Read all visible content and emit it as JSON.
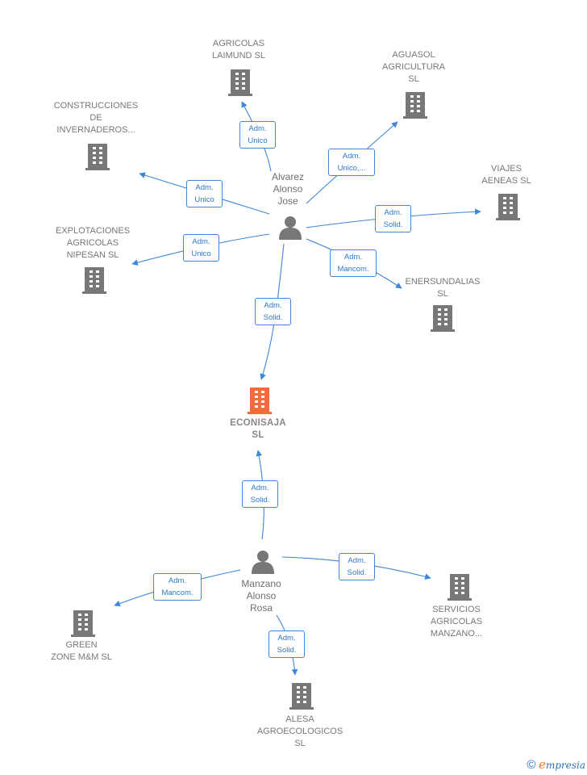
{
  "nodes": {
    "agricolas_laimund": "AGRICOLAS\nLAIMUND SL",
    "aguasol": "AGUASOL\nAGRICULTURA\nSL",
    "construcciones": "CONSTRUCCIONES\nDE\nINVERNADEROS...",
    "viajes_aeneas": "VIAJES\nAENEAS SL",
    "explotaciones": "EXPLOTACIONES\nAGRICOLAS\nNIPESAN SL",
    "enersundalias": "ENERSUNDALIAS\nSL",
    "econisaja": "ECONISAJA\nSL",
    "green_zone": "GREEN\nZONE M&M  SL",
    "servicios": "SERVICIOS\nAGRICOLAS\nMANZANO...",
    "alesa": "ALESA\nAGROECOLOGICOS\nSL"
  },
  "persons": {
    "alvarez": "Alvarez\nAlonso\nJose",
    "manzano": "Manzano\nAlonso\nRosa"
  },
  "edges": {
    "to_laimund": "Adm.\nUnico",
    "to_aguasol": "Adm.\nUnico,...",
    "to_construcciones": "Adm.\nUnico",
    "to_viajes": "Adm.\nSolid.",
    "to_explotaciones": "Adm.\nUnico",
    "to_enersundalias": "Adm.\nMancom.",
    "alvarez_to_econisaja": "Adm.\nSolid.",
    "manzano_to_econisaja": "Adm.\nSolid.",
    "to_green_zone": "Adm.\nMancom.",
    "to_servicios": "Adm.\nSolid.",
    "to_alesa": "Adm.\nSolid."
  },
  "colors": {
    "edge": "#3d86d8",
    "building": "#777777",
    "focus_building": "#f26b3a",
    "person": "#777777"
  },
  "footer": {
    "copyright_symbol": "©",
    "brand_first": "e",
    "brand_rest": "mpresia"
  }
}
